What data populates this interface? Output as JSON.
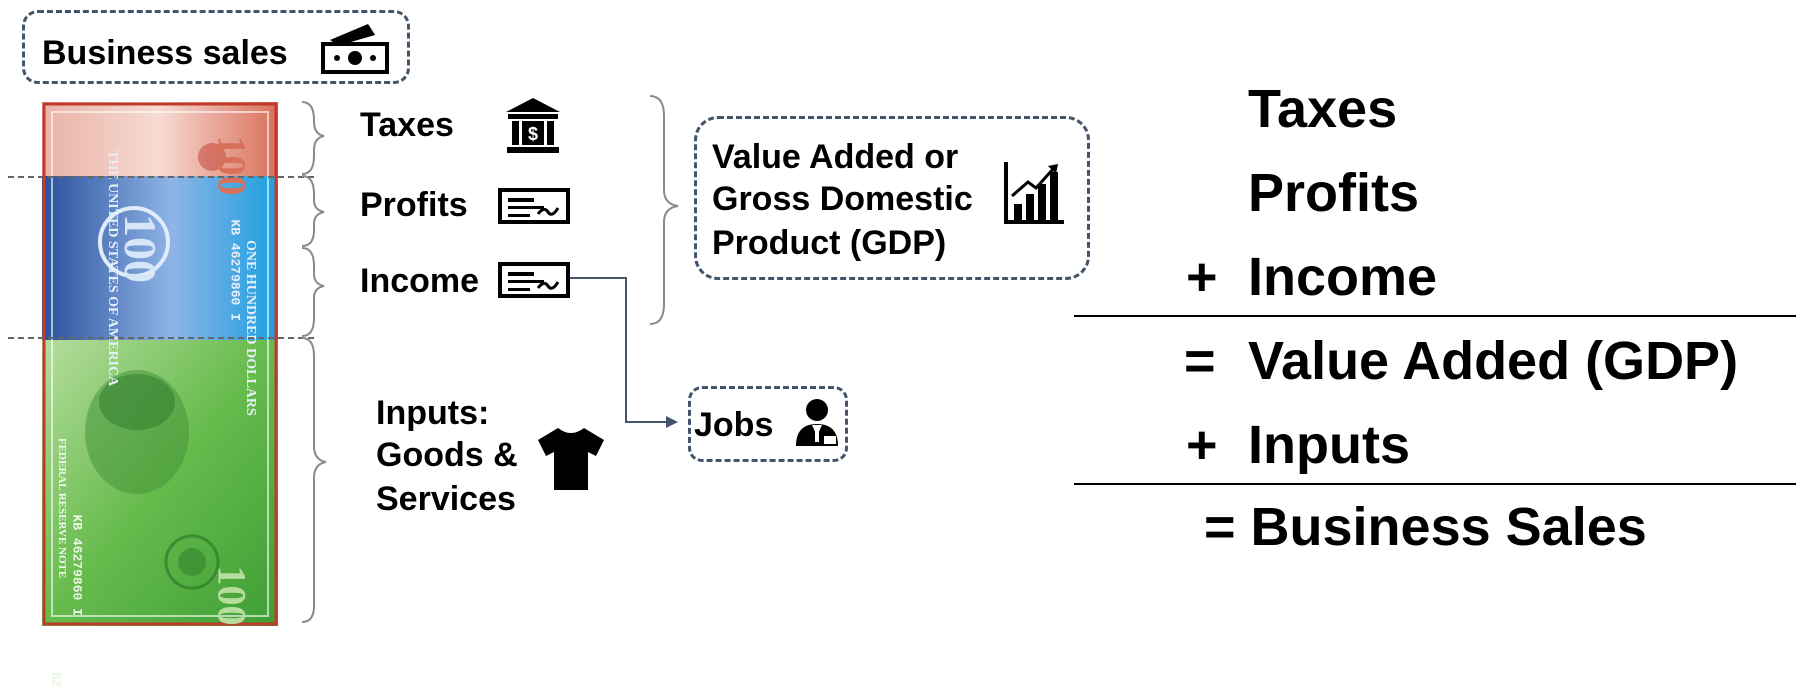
{
  "business_sales_box": {
    "label": "Business sales",
    "icon": "cash-icon"
  },
  "bill": {
    "top_color": "#c0392b",
    "mid_color": "#2a5db0",
    "bottom_color": "#4caf3d",
    "denomination": "100",
    "serial": "KB 46279860 I",
    "series": "B2",
    "text_top": "THE UNITED STATES OF AMERICA",
    "text_right": "ONE HUNDRED DOLLARS",
    "text_left": "FEDERAL RESERVE NOTE"
  },
  "components": {
    "taxes": {
      "label": "Taxes",
      "icon": "bank-icon"
    },
    "profits": {
      "label": "Profits",
      "icon": "check-icon"
    },
    "income": {
      "label": "Income",
      "icon": "check-icon"
    },
    "inputs": {
      "line1": "Inputs:",
      "line2": "Goods &",
      "line3": "Services",
      "icon": "tshirt-icon"
    }
  },
  "gdp_box": {
    "line1": "Value Added or",
    "line2": "Gross Domestic",
    "line3": "Product (GDP)",
    "icon": "bar-chart-icon"
  },
  "jobs_box": {
    "label": "Jobs",
    "icon": "worker-icon"
  },
  "equation": {
    "row1": {
      "op": "",
      "term": "Taxes"
    },
    "row2": {
      "op": "",
      "term": "Profits"
    },
    "row3": {
      "op": "+",
      "term": "Income"
    },
    "row4": {
      "op": "=",
      "term": "Value Added (GDP)"
    },
    "row5": {
      "op": "+",
      "term": "Inputs"
    },
    "row6": {
      "text": "= Business Sales"
    }
  },
  "colors": {
    "dash": "#44546a",
    "connector": "#44546a",
    "bracket": "#8a8a8a"
  }
}
